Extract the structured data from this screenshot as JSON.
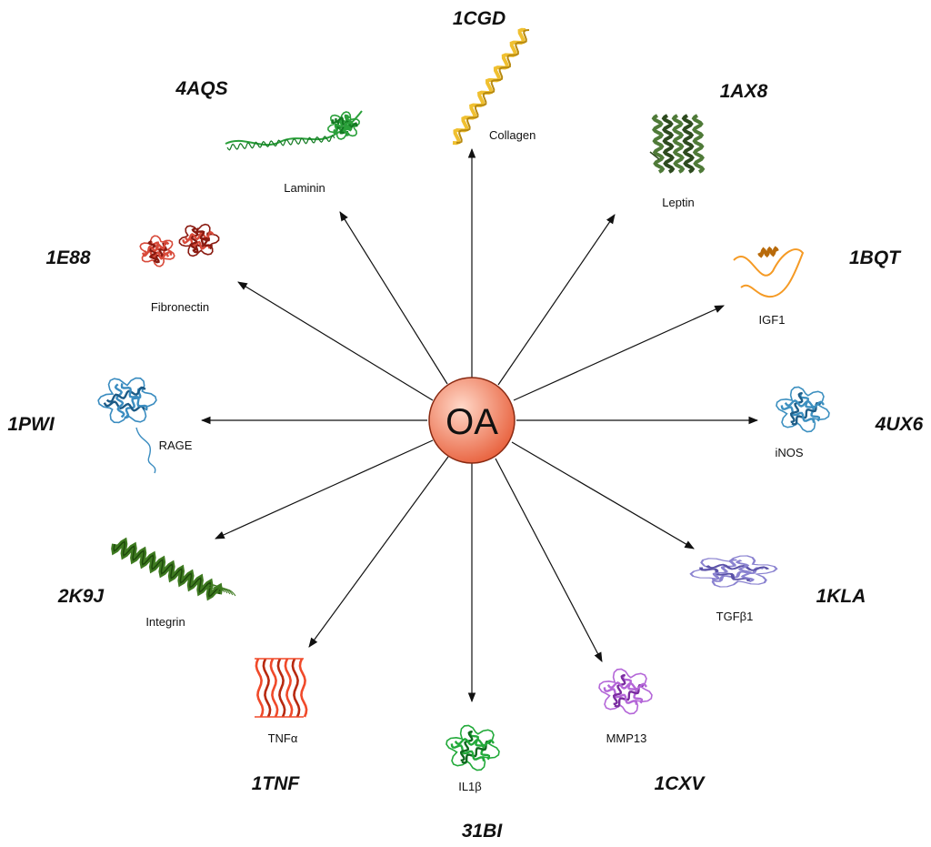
{
  "hub": {
    "label": "OA",
    "fill_inner": "#ffd8c8",
    "fill_outer": "#e8603c",
    "stroke": "#8a2a12"
  },
  "proteins": [
    {
      "id": "collagen",
      "name": "Collagen",
      "pdb": "1CGD",
      "color": "#f0c030",
      "dark": "#b88a10",
      "shape": "helix-diag"
    },
    {
      "id": "leptin",
      "name": "Leptin",
      "pdb": "1AX8",
      "color": "#4f7a38",
      "dark": "#2d4a1e",
      "shape": "bundle"
    },
    {
      "id": "igf1",
      "name": "IGF1",
      "pdb": "1BQT",
      "color": "#f59a24",
      "dark": "#b86a0a",
      "shape": "loops"
    },
    {
      "id": "inos",
      "name": "iNOS",
      "pdb": "4UX6",
      "color": "#3d90c0",
      "dark": "#1e5e88",
      "shape": "globular"
    },
    {
      "id": "tgfb1",
      "name": "TGFβ1",
      "pdb": "1KLA",
      "color": "#8a82d0",
      "dark": "#5b52a8",
      "shape": "wide"
    },
    {
      "id": "mmp13",
      "name": "MMP13",
      "pdb": "1CXV",
      "color": "#b466d8",
      "dark": "#7a2ca0",
      "shape": "globular"
    },
    {
      "id": "il1b",
      "name": "IL1β",
      "pdb": "31BI",
      "color": "#22aa3a",
      "dark": "#0e6a1e",
      "shape": "globular"
    },
    {
      "id": "tnfa",
      "name": "TNFα",
      "pdb": "1TNF",
      "color": "#f04a2a",
      "dark": "#b82a10",
      "shape": "sheet"
    },
    {
      "id": "integrin",
      "name": "Integrin",
      "pdb": "2K9J",
      "color": "#3e7a20",
      "dark": "#1e4a0c",
      "shape": "rod"
    },
    {
      "id": "rage",
      "name": "RAGE",
      "pdb": "1PWI",
      "color": "#3a8cc0",
      "dark": "#1c5a86",
      "shape": "globular-tail"
    },
    {
      "id": "fibronectin",
      "name": "Fibronectin",
      "pdb": "1E88",
      "color": "#d84a3a",
      "dark": "#8a1a10",
      "shape": "sheet-pair"
    },
    {
      "id": "laminin",
      "name": "Laminin",
      "pdb": "4AQS",
      "color": "#2aa03a",
      "dark": "#137a22",
      "shape": "elongated"
    }
  ]
}
